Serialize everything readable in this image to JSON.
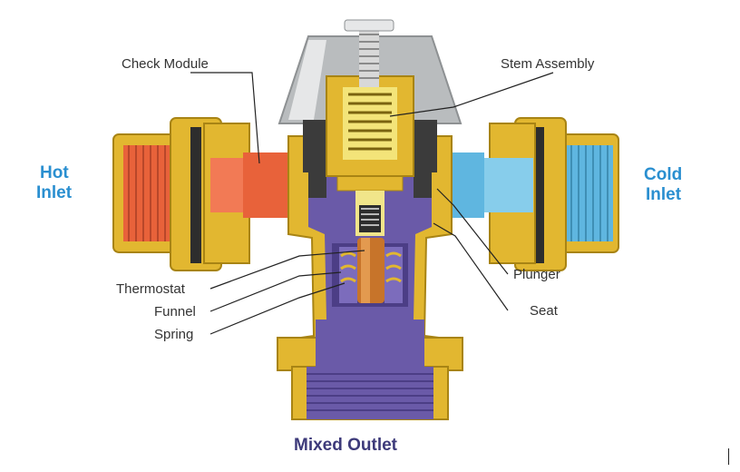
{
  "labels": {
    "check_module": "Check Module",
    "stem_assembly": "Stem Assembly",
    "hot_line1": "Hot",
    "hot_line2": "Inlet",
    "cold_line1": "Cold",
    "cold_line2": "Inlet",
    "plunger": "Plunger",
    "seat": "Seat",
    "thermostat": "Thermostat",
    "funnel": "Funnel",
    "spring": "Spring",
    "mixed_outlet": "Mixed Outlet"
  },
  "colors": {
    "brass": "#e2b730",
    "brass_dark": "#a88414",
    "hot": "#e8623a",
    "hot_light": "#f27a55",
    "cold": "#5fb6e0",
    "cold_light": "#87cdeb",
    "mixed": "#6a5aa8",
    "mixed_dark": "#4c3e86",
    "cap_gray": "#b9bcbe",
    "cap_light": "#e6e7e8",
    "inner_dark": "#3b3b3b",
    "label_blue": "#2a8fd0",
    "label_navy": "#3d3a7a",
    "text": "#333333"
  }
}
